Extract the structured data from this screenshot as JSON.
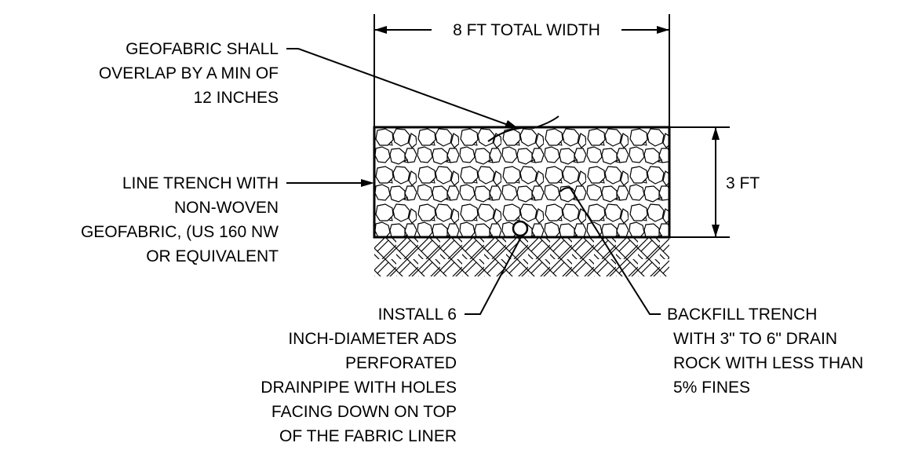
{
  "dimensions": {
    "width_label": "8 FT TOTAL WIDTH",
    "depth_label": "3 FT"
  },
  "callouts": {
    "geofabric_overlap": [
      "GEOFABRIC SHALL",
      "OVERLAP BY A MIN OF",
      "12 INCHES"
    ],
    "line_trench": [
      "LINE TRENCH WITH",
      "NON-WOVEN",
      "GEOFABRIC, (US 160 NW",
      "OR EQUIVALENT"
    ],
    "drainpipe": [
      "INSTALL 6",
      "INCH-DIAMETER ADS",
      "PERFORATED",
      "DRAINPIPE WITH HOLES",
      "FACING DOWN ON TOP",
      "OF THE FABRIC LINER"
    ],
    "backfill": [
      "BACKFILL TRENCH",
      "WITH 3\" TO 6\" DRAIN",
      "ROCK WITH LESS THAN",
      "5% FINES"
    ]
  }
}
